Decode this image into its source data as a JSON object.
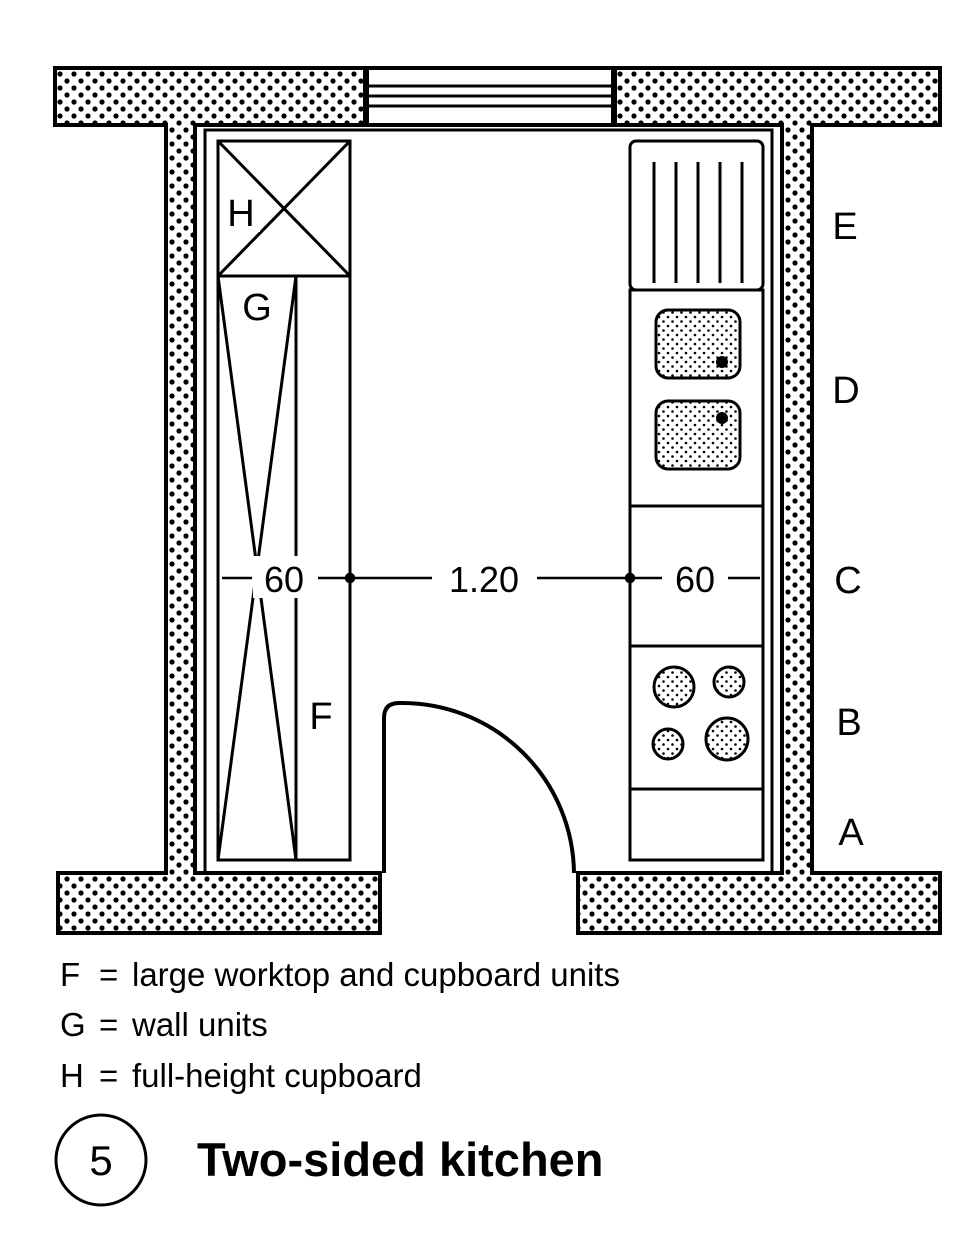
{
  "plan": {
    "left_labels": {
      "h": "H",
      "g": "G",
      "f": "F"
    },
    "right_labels": {
      "e": "E",
      "d": "D",
      "c": "C",
      "b": "B",
      "a": "A"
    },
    "dimensions": {
      "left_depth": "60",
      "gap": "1.20",
      "right_depth": "60"
    }
  },
  "legend": {
    "items": [
      {
        "key": "F",
        "eq": "=",
        "text": "large worktop and cupboard units"
      },
      {
        "key": "G",
        "eq": "=",
        "text": "wall units"
      },
      {
        "key": "H",
        "eq": "=",
        "text": "full-height cupboard"
      }
    ]
  },
  "caption": {
    "number": "5",
    "title": "Two-sided kitchen"
  },
  "colors": {
    "ink": "#000000",
    "paper": "#ffffff"
  }
}
